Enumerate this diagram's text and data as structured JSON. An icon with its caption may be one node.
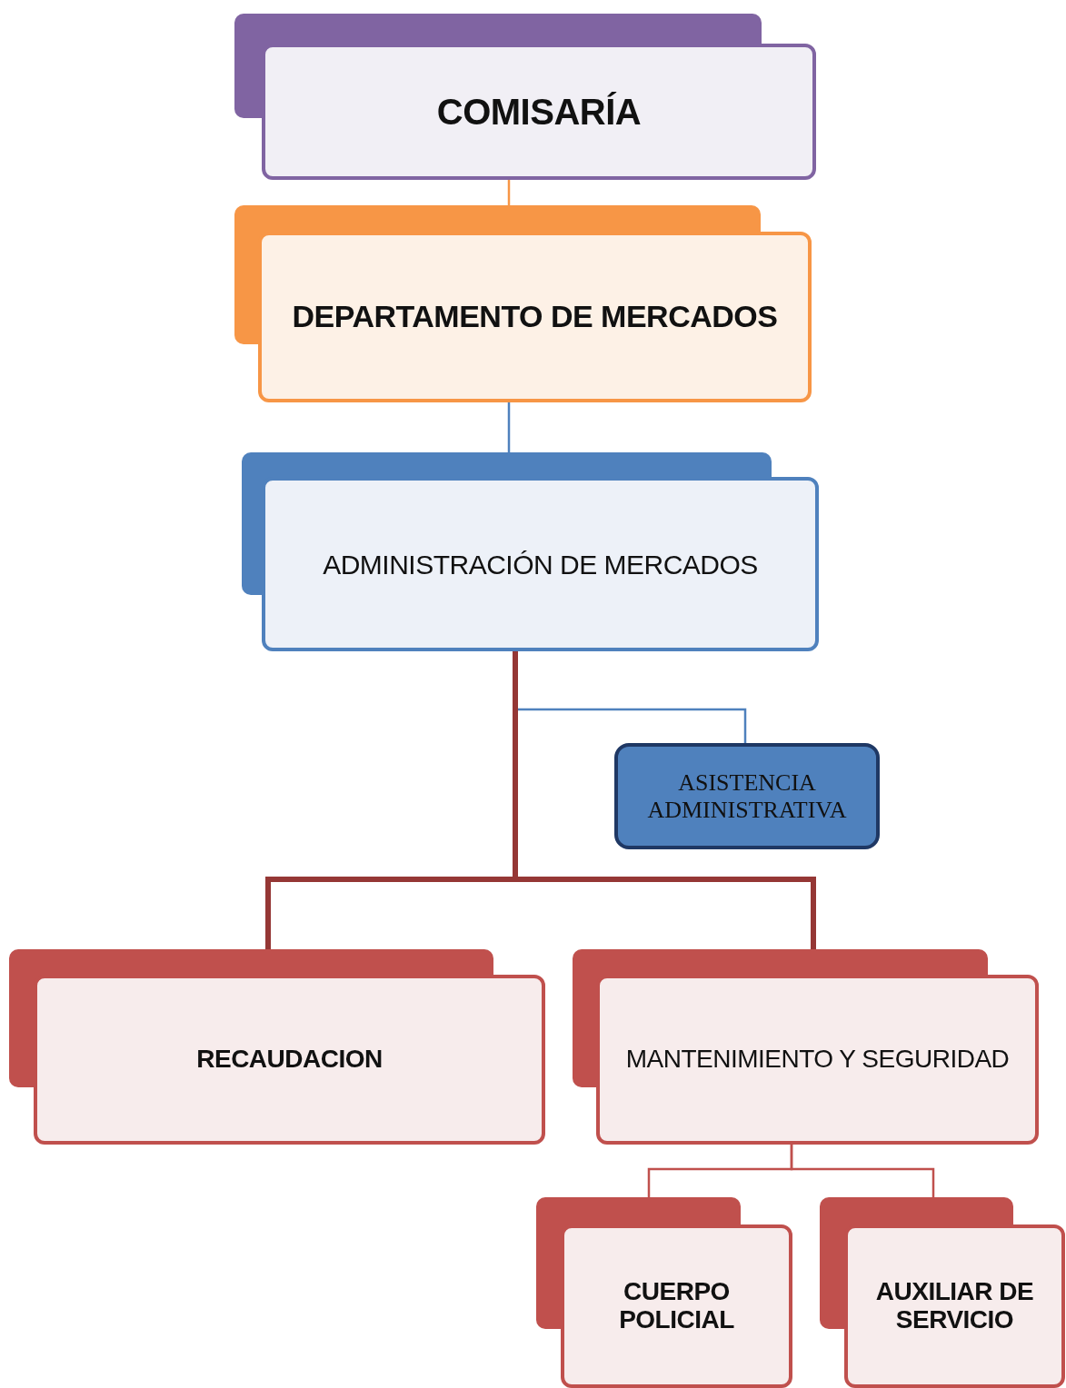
{
  "diagram": {
    "nodes": [
      {
        "text": [
          "COMISARÍA"
        ]
      },
      {
        "text": [
          "DEPARTAMENTO DE MERCADOS"
        ]
      },
      {
        "text": [
          "ADMINISTRACIÓN DE MERCADOS"
        ]
      },
      {
        "text": [
          "ASISTENCIA ADMINISTRATIVA"
        ]
      },
      {
        "text": [
          "RECAUDACION"
        ]
      },
      {
        "text": [
          "MANTENIMIENTO Y SEGURIDAD"
        ]
      },
      {
        "text": [
          "CUERPO POLICIAL"
        ]
      },
      {
        "text": [
          "AUXILIAR DE SERVICIO"
        ]
      }
    ],
    "edges": [
      {
        "from": 0,
        "to": 1,
        "arrow": "none",
        "color": "#f79646"
      },
      {
        "from": 1,
        "to": 2,
        "arrow": "none",
        "color": "#4f81bd"
      },
      {
        "from": 2,
        "to": 3,
        "arrow": "none",
        "color": "#4f81bd"
      },
      {
        "from": 2,
        "to": 4,
        "arrow": "none",
        "style": "thick",
        "color": "#953735"
      },
      {
        "from": 2,
        "to": 5,
        "arrow": "none",
        "style": "thick",
        "color": "#953735"
      },
      {
        "from": 5,
        "to": 6,
        "arrow": "none",
        "color": "#c0504d"
      },
      {
        "from": 5,
        "to": 7,
        "arrow": "none",
        "color": "#c0504d"
      }
    ]
  }
}
